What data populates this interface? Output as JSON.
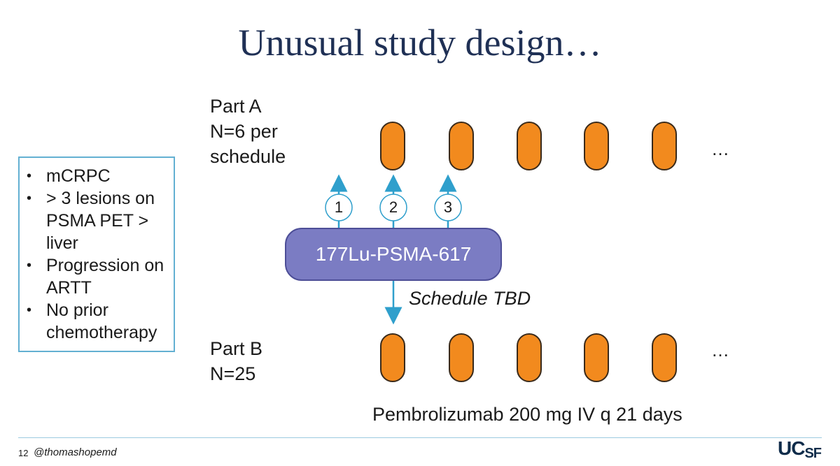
{
  "title": "Unusual study design…",
  "criteria": [
    "mCRPC",
    "> 3 lesions on PSMA PET > liver",
    "Progression on ARTT",
    "No prior chemotherapy"
  ],
  "part_a": {
    "line1": "Part A",
    "line2": "N=6 per",
    "line3": "schedule"
  },
  "part_b": {
    "line1": "Part B",
    "line2": "N=25"
  },
  "ellipsis": "…",
  "drug": "177Lu-PSMA-617",
  "schedule_options": [
    "1",
    "2",
    "3"
  ],
  "schedule_note": "Schedule TBD",
  "pembro_caption": "Pembrolizumab 200 mg IV q 21 days",
  "footer": {
    "page": "12",
    "handle": "@thomashopemd",
    "logo_main": "UC",
    "logo_sub": "SF"
  },
  "colors": {
    "title": "#1f3055",
    "pill": "#f28a1e",
    "drug_box": "#7b7cc3",
    "arrow": "#2f9fcc",
    "border": "#63b0d2"
  }
}
